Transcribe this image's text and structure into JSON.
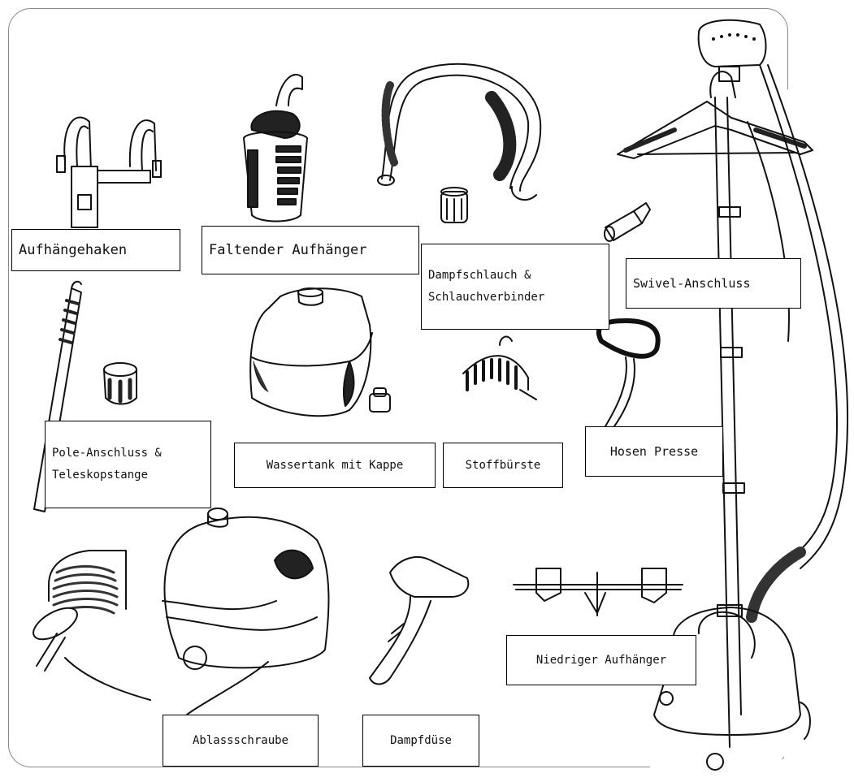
{
  "labels": {
    "haken": "Aufhängehaken",
    "faltender": "Faltender Aufhänger",
    "dampfschlauch": "Dampfschlauch &\nSchlauchverbinder",
    "swivel": "Swivel-Anschluss",
    "pole": "Pole-Anschluss &\nTeleskopstange",
    "wassertank": "Wassertank mit Kappe",
    "stoffbuerste": "Stoffbürste",
    "hosen": "Hosen Presse",
    "niedriger": "Niedriger Aufhänger",
    "ablass": "Ablassschraube",
    "duese": "Dampfdüse"
  },
  "colors": {
    "line": "#111111",
    "frame": "#888888"
  }
}
